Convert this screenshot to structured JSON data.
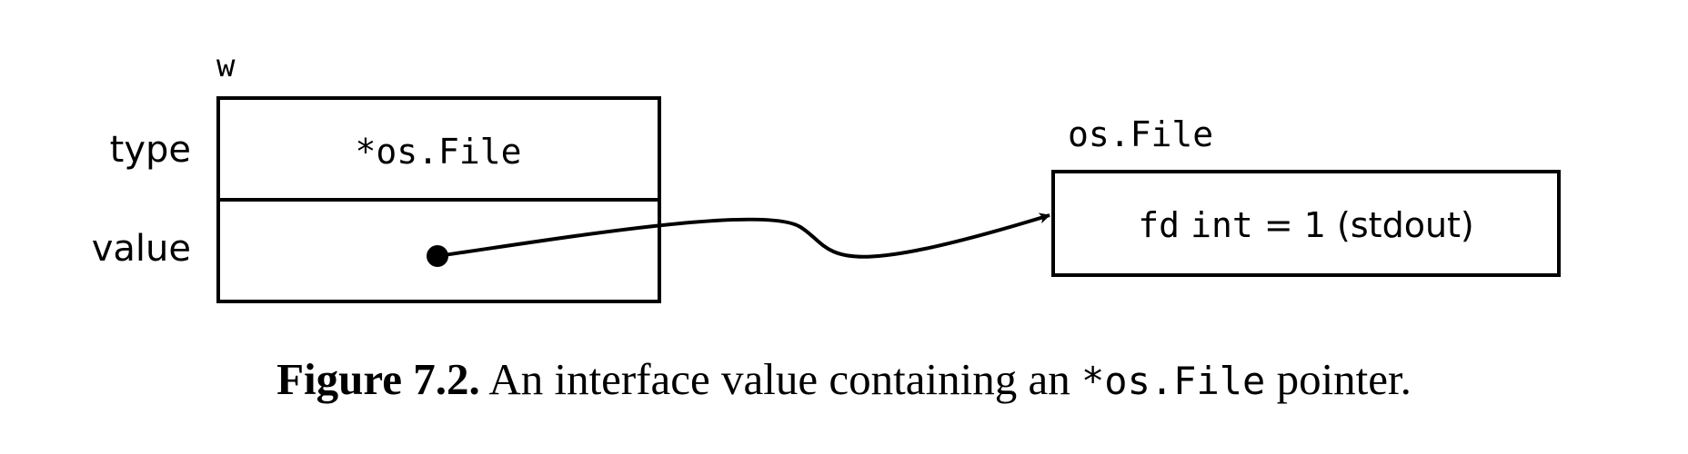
{
  "diagram": {
    "interface_name": "w",
    "row_labels": {
      "type": "type",
      "value": "value"
    },
    "type_cell": "*os.File",
    "target_name": "os.File",
    "field": {
      "name": "fd",
      "type": "int",
      "assign": "=",
      "value": "1",
      "note": "(stdout)"
    }
  },
  "caption": {
    "label": "Figure 7.2.",
    "text_before": "An interface value containing an",
    "code": "*os.File",
    "text_after": "pointer."
  }
}
